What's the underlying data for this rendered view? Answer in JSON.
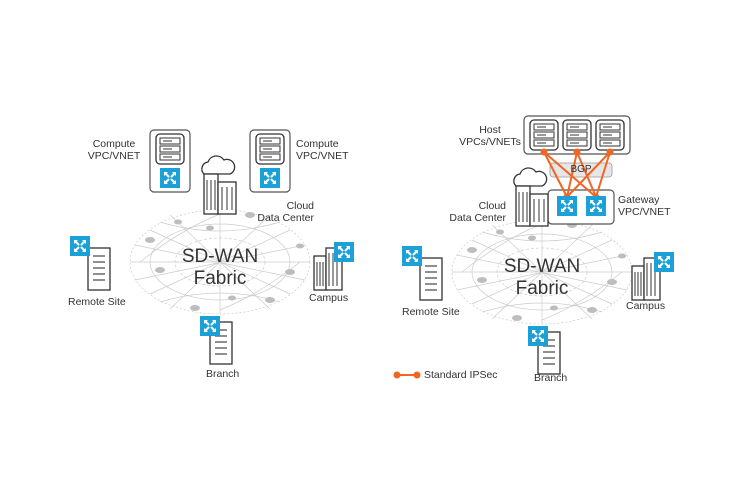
{
  "left": {
    "compute_left": {
      "line1": "Compute",
      "line2": "VPC/VNET"
    },
    "compute_right": {
      "line1": "Compute",
      "line2": "VPC/VNET"
    },
    "cloud_dc": {
      "line1": "Cloud",
      "line2": "Data Center"
    },
    "fabric": {
      "line1": "SD-WAN",
      "line2": "Fabric"
    },
    "remote_site": "Remote Site",
    "campus": "Campus",
    "branch": "Branch"
  },
  "right": {
    "host": {
      "line1": "Host",
      "line2": "VPCs/VNETs"
    },
    "bgp": "BGP",
    "gateway": {
      "line1": "Gateway",
      "line2": "VPC/VNET"
    },
    "cloud_dc": {
      "line1": "Cloud",
      "line2": "Data Center"
    },
    "fabric": {
      "line1": "SD-WAN",
      "line2": "Fabric"
    },
    "remote_site": "Remote Site",
    "campus": "Campus",
    "branch": "Branch",
    "legend": "Standard IPSec"
  },
  "colors": {
    "router": "#1ba0d7",
    "ipsec": "#f26522",
    "mesh": "#c8c8c8",
    "outline": "#555555"
  },
  "icons": [
    "server-stack-icon",
    "router-icon",
    "cloud-building-icon",
    "office-building-icon",
    "campus-building-icon"
  ]
}
